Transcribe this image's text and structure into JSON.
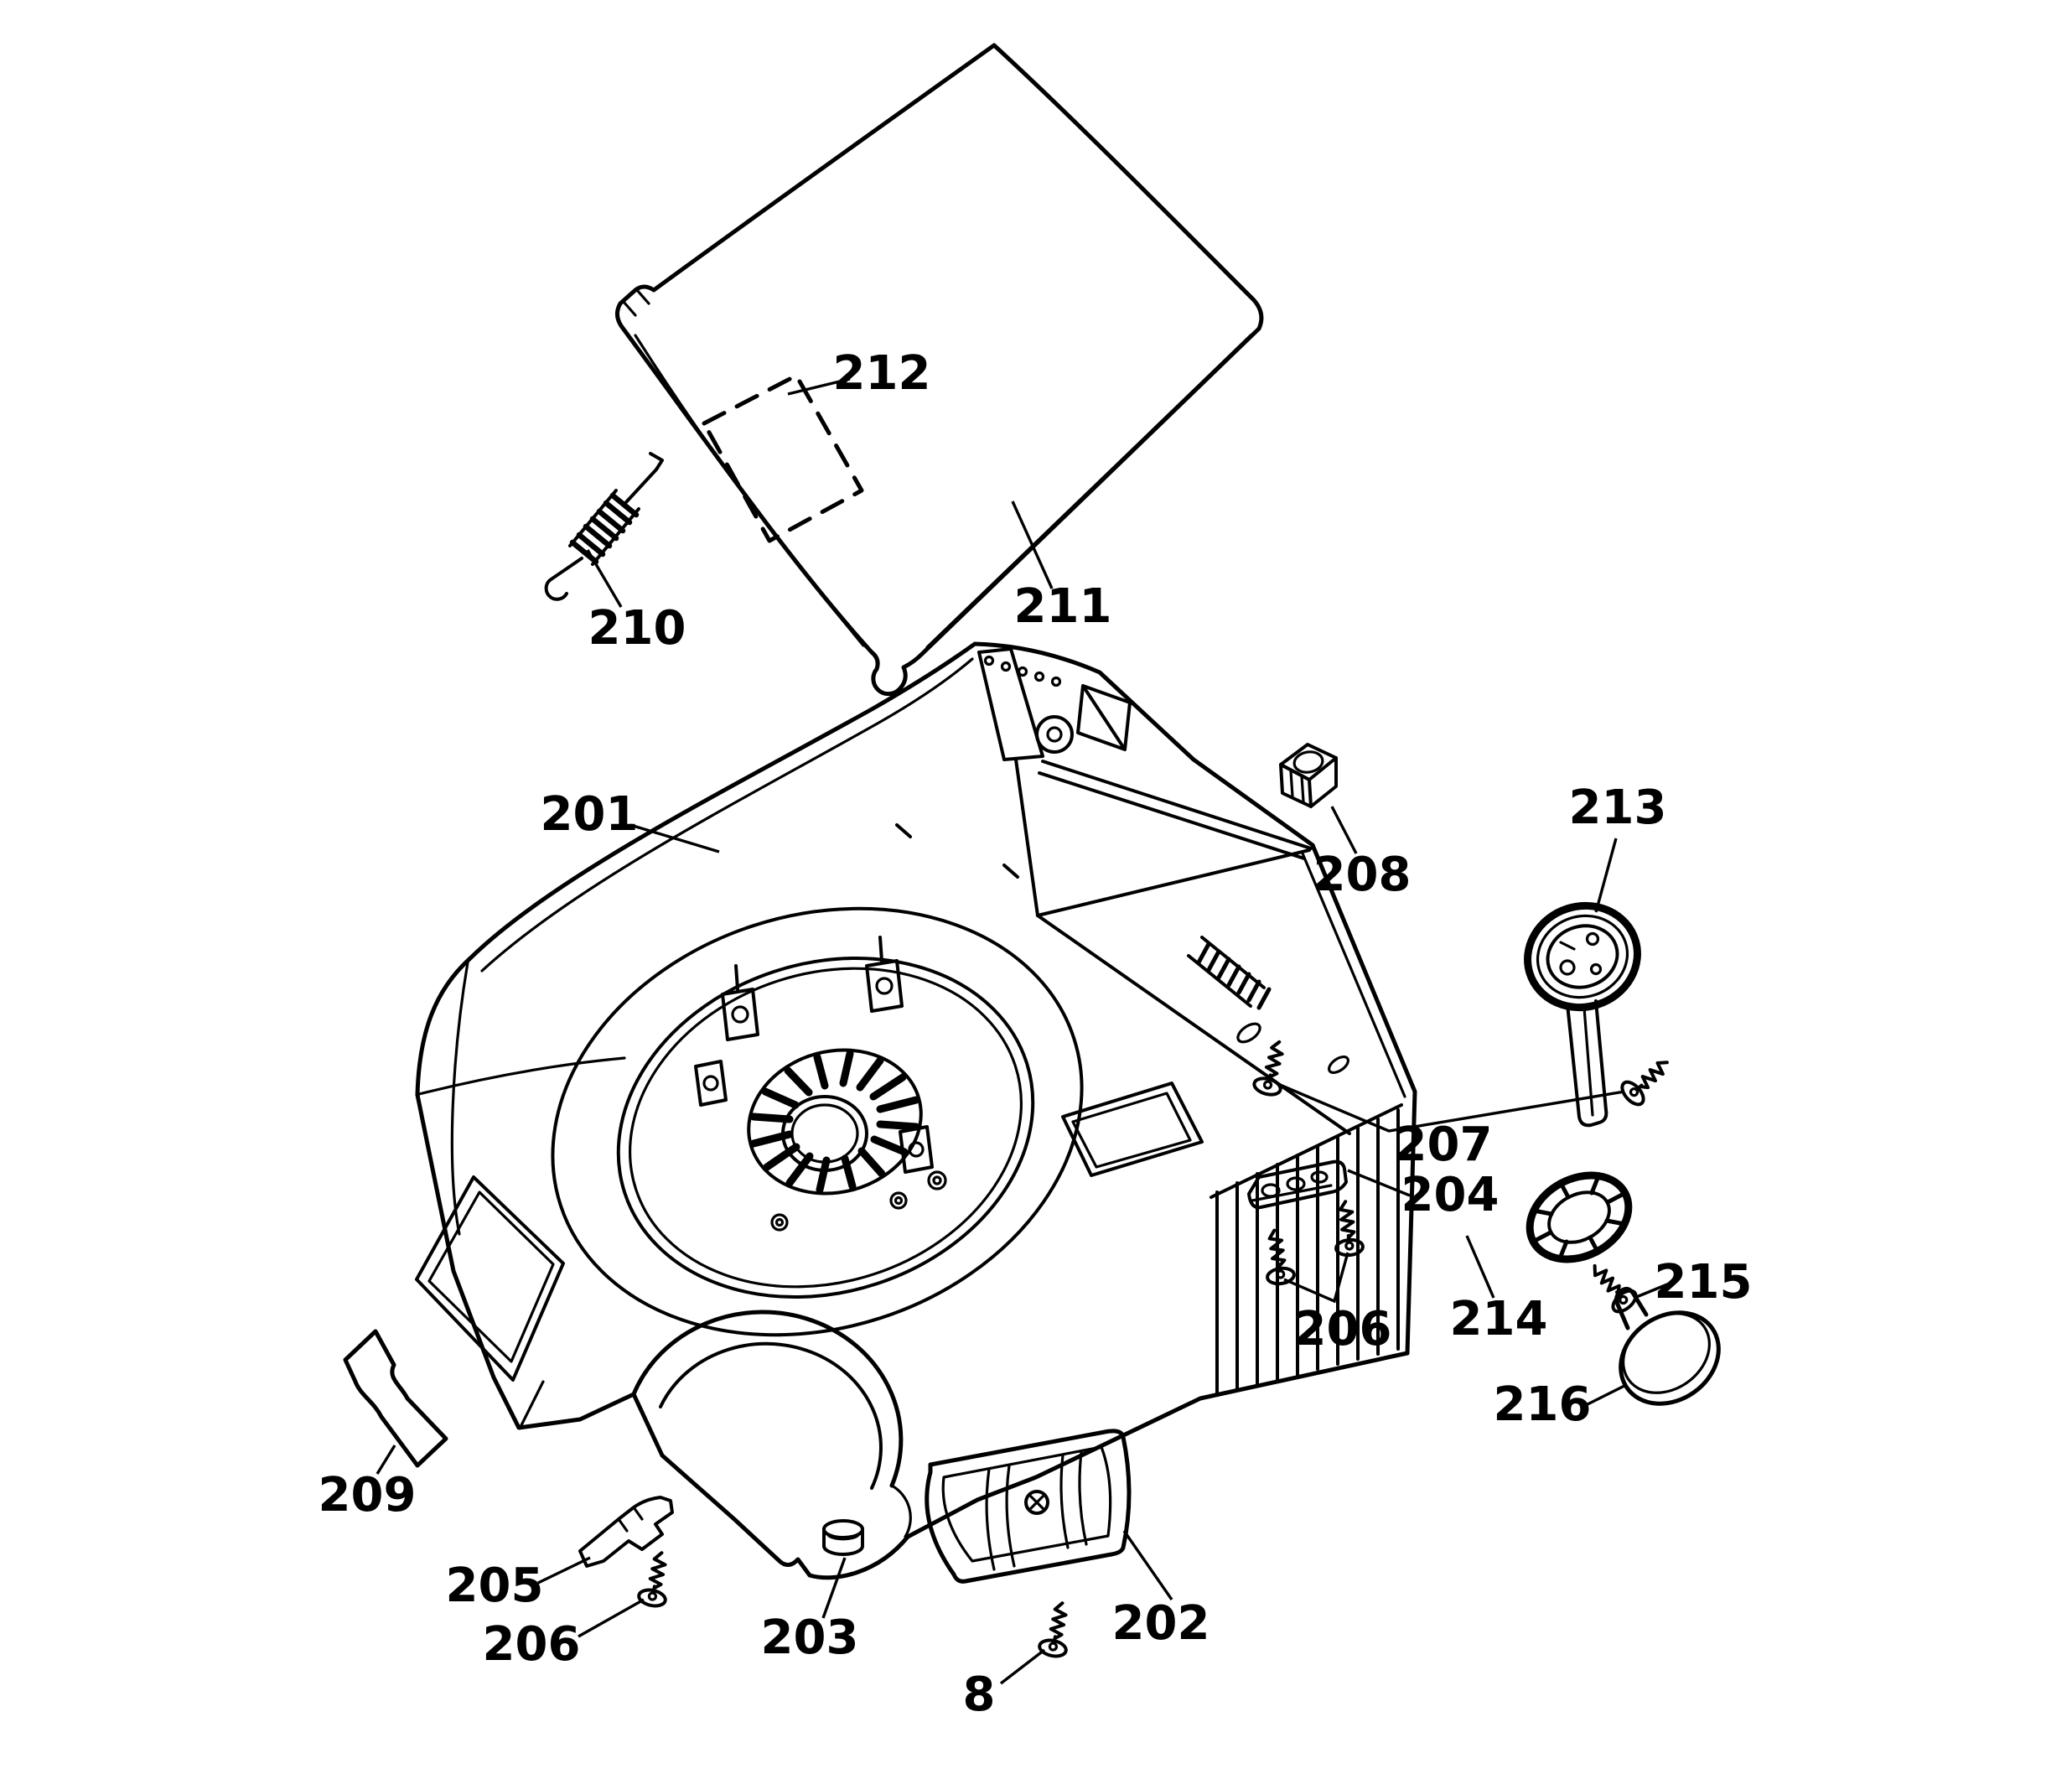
{
  "figure": {
    "kind": "exploded-parts-diagram",
    "subject": "mower deck housing assembly"
  },
  "palette": {
    "background": "#ffffff",
    "ink": "#000000"
  },
  "callouts": [
    {
      "id": "201",
      "text": "201"
    },
    {
      "id": "202",
      "text": "202"
    },
    {
      "id": "203",
      "text": "203"
    },
    {
      "id": "204",
      "text": "204"
    },
    {
      "id": "205",
      "text": "205"
    },
    {
      "id": "206-left",
      "text": "206"
    },
    {
      "id": "206-right",
      "text": "206"
    },
    {
      "id": "207",
      "text": "207"
    },
    {
      "id": "208",
      "text": "208"
    },
    {
      "id": "209",
      "text": "209"
    },
    {
      "id": "210",
      "text": "210"
    },
    {
      "id": "211",
      "text": "211"
    },
    {
      "id": "212",
      "text": "212"
    },
    {
      "id": "213",
      "text": "213"
    },
    {
      "id": "214",
      "text": "214"
    },
    {
      "id": "215",
      "text": "215"
    },
    {
      "id": "216",
      "text": "216"
    },
    {
      "id": "8",
      "text": "8"
    }
  ]
}
